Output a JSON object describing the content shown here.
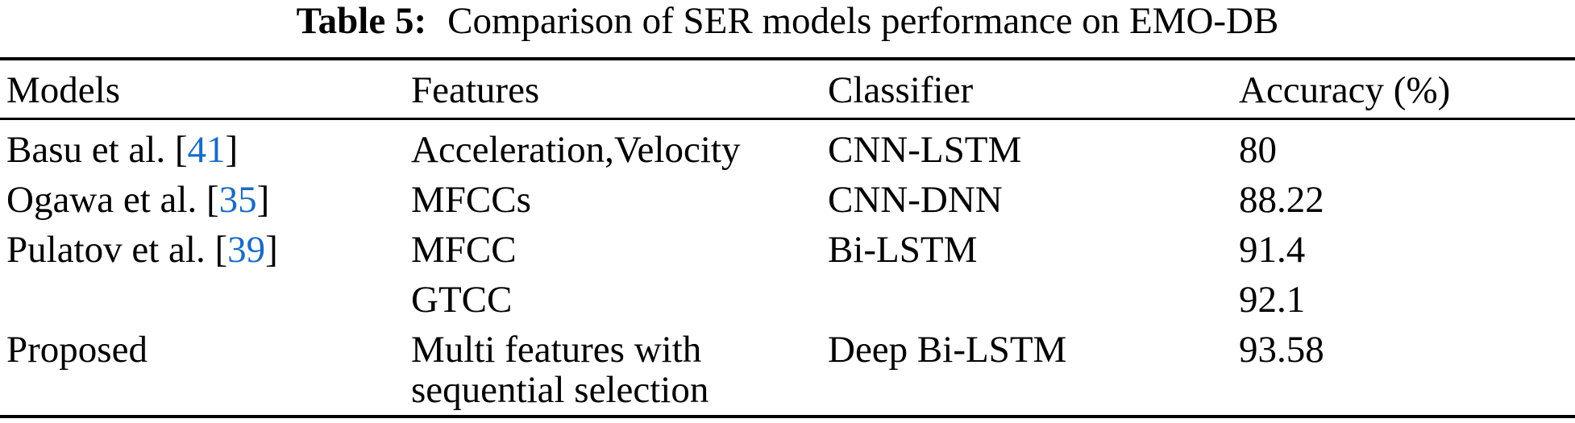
{
  "caption": {
    "label": "Table 5:",
    "text": "Comparison of SER models performance on EMO-DB"
  },
  "table": {
    "columns": [
      "Models",
      "Features",
      "Classifier",
      "Accuracy (%)"
    ],
    "cite_open": "[",
    "cite_close": "]",
    "rows": [
      {
        "model": "Basu et al. ",
        "cite": "41",
        "features": [
          "Acceleration,Velocity"
        ],
        "classifier": "CNN-LSTM",
        "accuracy": "80"
      },
      {
        "model": "Ogawa et al. ",
        "cite": "35",
        "features": [
          "MFCCs"
        ],
        "classifier": "CNN-DNN",
        "accuracy": "88.22"
      },
      {
        "model": "Pulatov et al. ",
        "cite": "39",
        "features": [
          "MFCC"
        ],
        "classifier": "Bi-LSTM",
        "accuracy": "91.4"
      },
      {
        "model": "",
        "cite": null,
        "features": [
          "GTCC"
        ],
        "classifier": "",
        "accuracy": "92.1"
      },
      {
        "model": "Proposed",
        "cite": null,
        "features": [
          "Multi features with",
          "sequential selection"
        ],
        "classifier": "Deep Bi-LSTM",
        "accuracy": "93.58"
      }
    ]
  },
  "colors": {
    "citation": "#1a6bc4",
    "text": "#000000",
    "rule": "#000000"
  }
}
